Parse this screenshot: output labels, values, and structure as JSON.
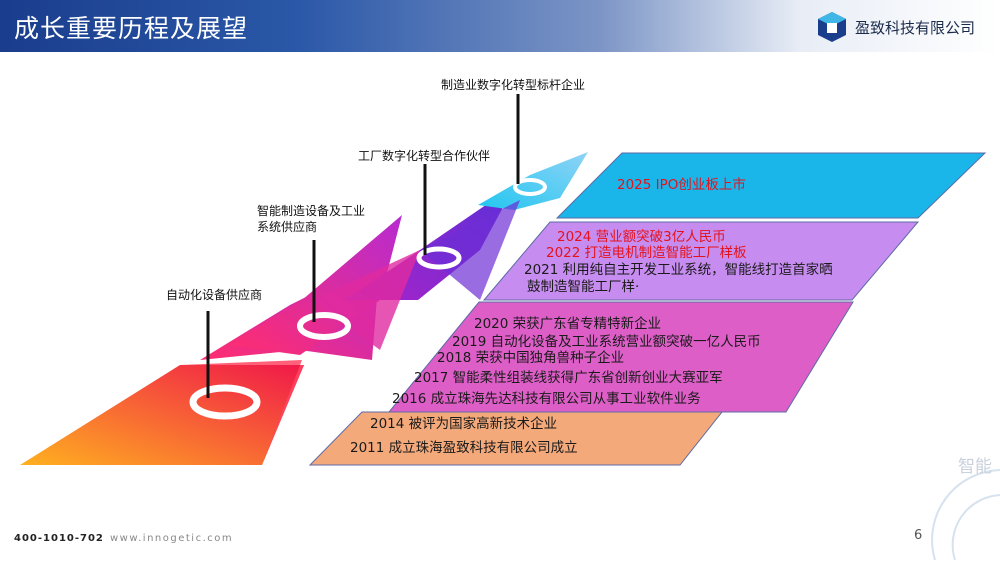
{
  "header": {
    "title": "成长重要历程及展望",
    "company": "盈致科技有限公司"
  },
  "milestones": [
    {
      "label": "制造业数字化转型标杆企业"
    },
    {
      "label": "工厂数字化转型合作伙伴"
    },
    {
      "label": "智能制造设备及工业",
      "label2": "系统供应商"
    },
    {
      "label": "自动化设备供应商"
    }
  ],
  "timeline": {
    "block_2025": [
      "2025 IPO创业板上市"
    ],
    "block_2021_2024": [
      "2024 营业额突破3亿人民币",
      "2022 打造电机制造智能工厂样板",
      "2021 利用纯自主开发工业系统，智能线打造首家晒",
      "鼓制造智能工厂样·"
    ],
    "block_2016_2020": [
      "2020 荣获广东省专精特新企业",
      "2019 自动化设备及工业系统营业额突破一亿人民币",
      "2018 荣获中国独角兽种子企业",
      "2017 智能柔性组装线获得广东省创新创业大赛亚军",
      "2016 成立珠海先达科技有限公司从事工业软件业务"
    ],
    "block_2011_2014": [
      "2014 被评为国家高新技术企业",
      "2011 成立珠海盈致科技有限公司成立"
    ]
  },
  "colors": {
    "header_blue": "#1a3d8c",
    "highlight_red": "#e5121b",
    "cyan": "#1fb3e8",
    "purple": "#c07ce8",
    "magenta": "#d94ec0",
    "orange": "#f4a86e"
  },
  "footer": {
    "phone": "400-1010-702",
    "website": "www.innogetic.com",
    "page": "6",
    "watermark": "智能"
  }
}
